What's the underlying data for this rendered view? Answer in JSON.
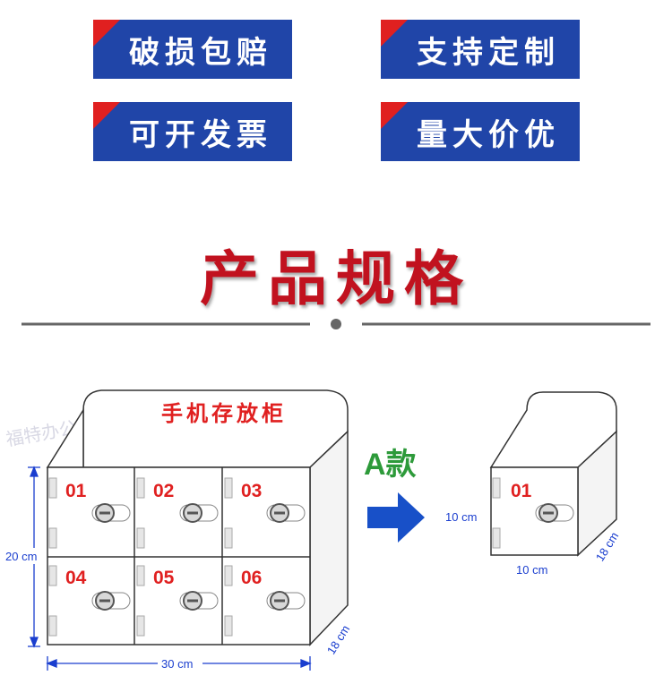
{
  "badges": [
    "破损包赔",
    "支持定制",
    "可开发票",
    "量大价优"
  ],
  "section_title": "产品规格",
  "large_cabinet": {
    "header_label": "手机存放柜",
    "doors": [
      "01",
      "02",
      "03",
      "04",
      "05",
      "06"
    ],
    "width_label": "30 cm",
    "height_label": "20 cm",
    "depth_label": "18 cm"
  },
  "variant_label": "A款",
  "small_cabinet": {
    "door": "01",
    "width_label": "10 cm",
    "height_label": "10 cm",
    "depth_label": "18 cm"
  },
  "watermark": "福特办公家具",
  "colors": {
    "badge_blue": "#2045a8",
    "accent_red": "#e02020",
    "title_red": "#c1121f",
    "dim_blue": "#1a3ecf",
    "arrow_blue": "#1850c8",
    "variant_green": "#2d9a3a"
  }
}
